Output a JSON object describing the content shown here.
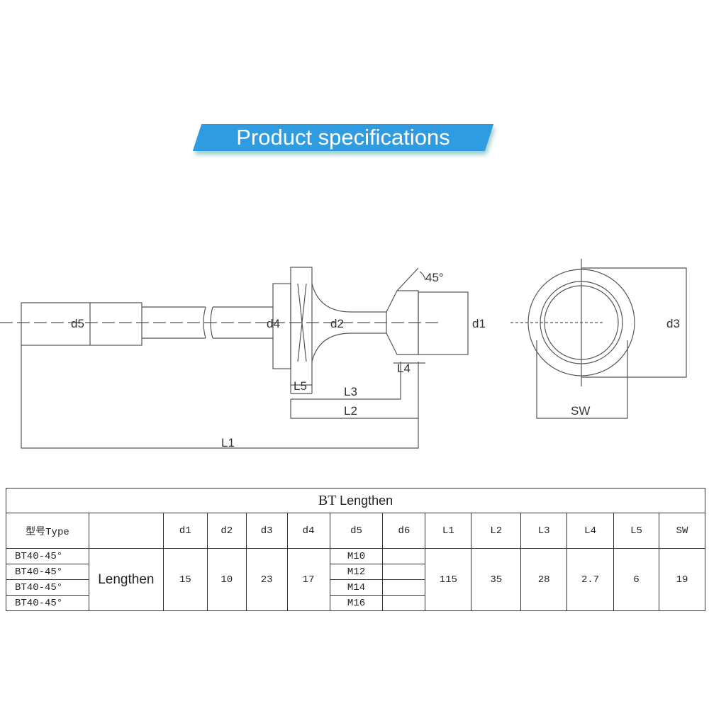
{
  "banner": {
    "title": "Product specifications"
  },
  "drawing": {
    "labels": {
      "d5": "d5",
      "d4": "d4",
      "d2": "d2",
      "d1": "d1",
      "d3": "d3",
      "angle": "45°",
      "L1": "L1",
      "L2": "L2",
      "L3": "L3",
      "L4": "L4",
      "L5": "L5",
      "SW": "SW"
    }
  },
  "table": {
    "title_bt": "BT",
    "title_rest": "Lengthen",
    "headers": [
      "型号Type",
      "",
      "d1",
      "d2",
      "d3",
      "d4",
      "d5",
      "d6",
      "L1",
      "L2",
      "L3",
      "L4",
      "L5",
      "SW"
    ],
    "types": [
      "BT40-45°",
      "BT40-45°",
      "BT40-45°",
      "BT40-45°"
    ],
    "series": "Lengthen",
    "d1": "15",
    "d2": "10",
    "d3": "23",
    "d4": "17",
    "d5": [
      "M10",
      "M12",
      "M14",
      "M16"
    ],
    "L1": "115",
    "L2": "35",
    "L3": "28",
    "L4": "2.7",
    "L5": "6",
    "SW": "19"
  }
}
